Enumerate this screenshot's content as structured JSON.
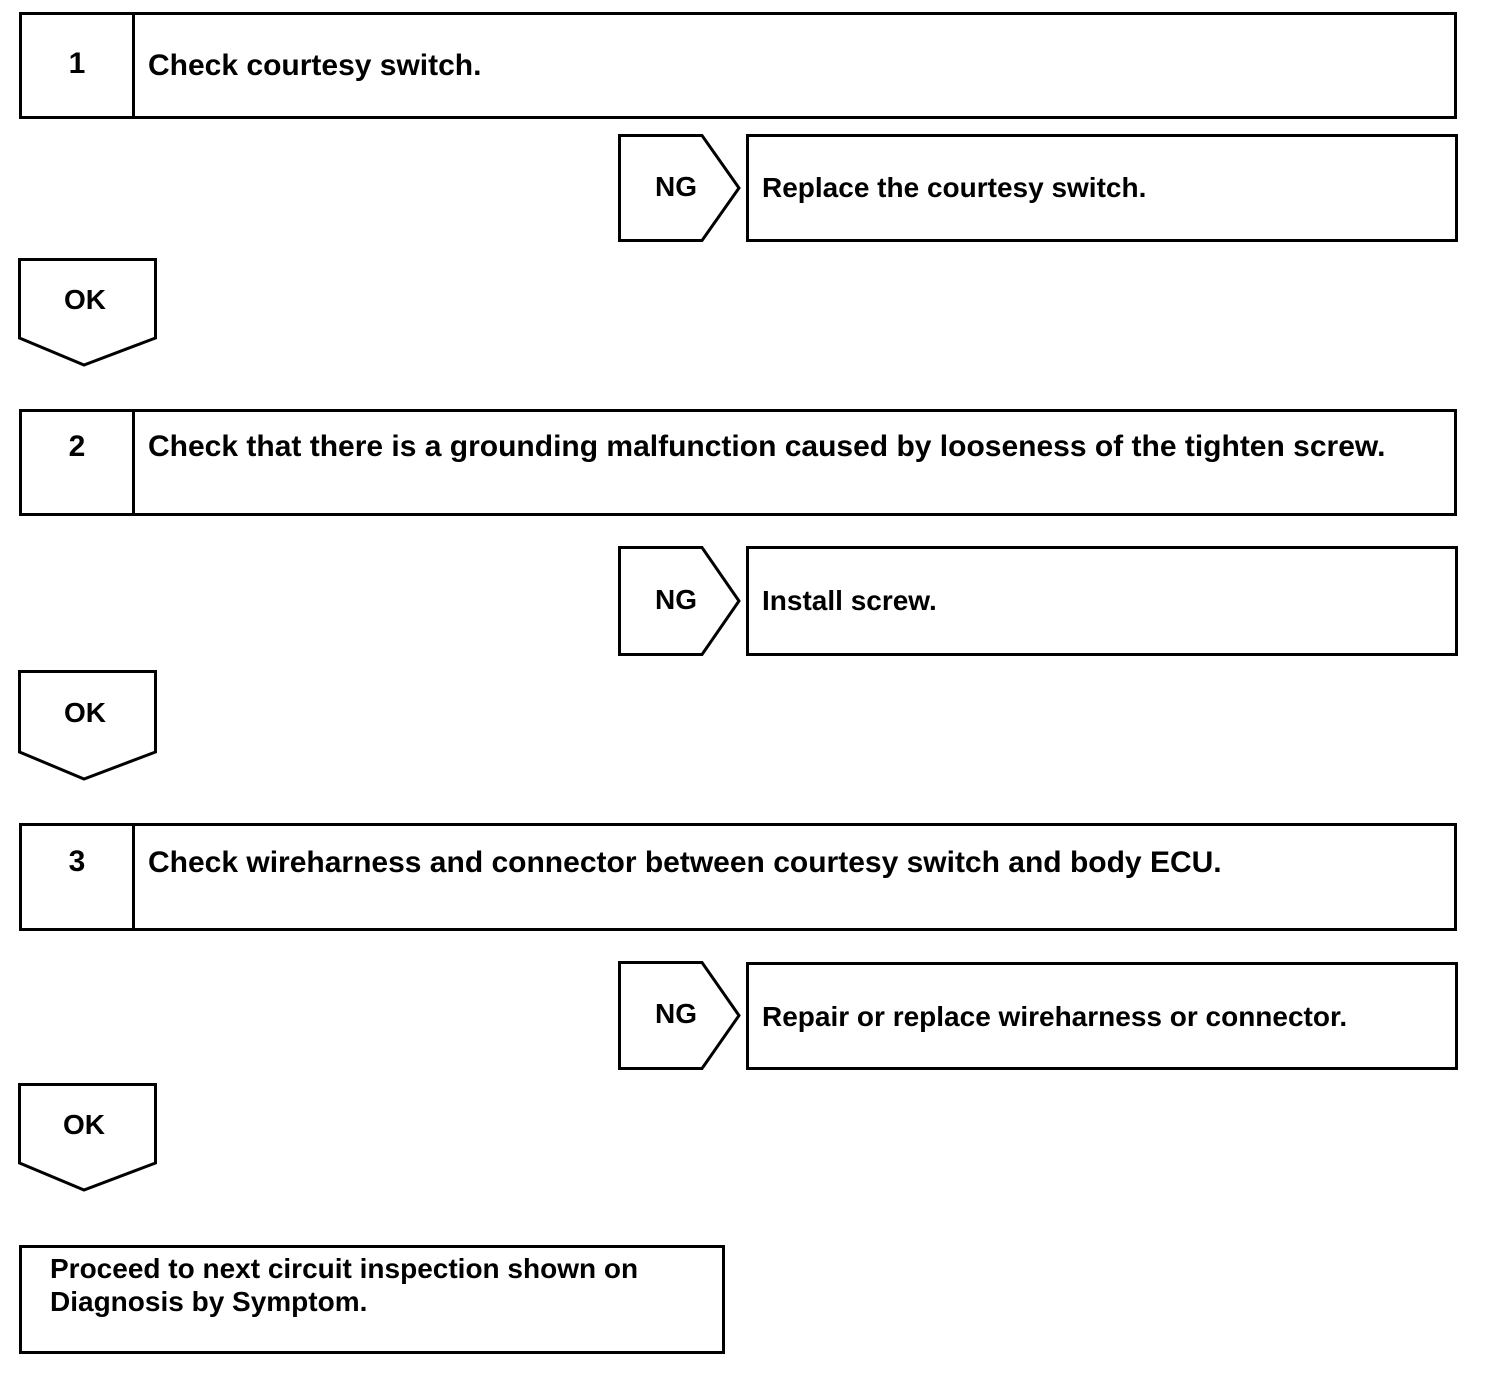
{
  "steps": [
    {
      "number": "1",
      "text": "Check courtesy switch.",
      "ng_label": "NG",
      "ng_result": "Replace the courtesy switch.",
      "ok_label": "OK"
    },
    {
      "number": "2",
      "text": "Check that there is a grounding malfunction caused by looseness of the tighten screw.",
      "ng_label": "NG",
      "ng_result": "Install screw.",
      "ok_label": "OK"
    },
    {
      "number": "3",
      "text": "Check wireharness and connector between courtesy switch and body ECU.",
      "ng_label": "NG",
      "ng_result": "Repair or replace wireharness or connector.",
      "ok_label": "OK"
    }
  ],
  "final": {
    "text": "Proceed to next circuit inspection shown on Diagnosis by Symptom."
  }
}
